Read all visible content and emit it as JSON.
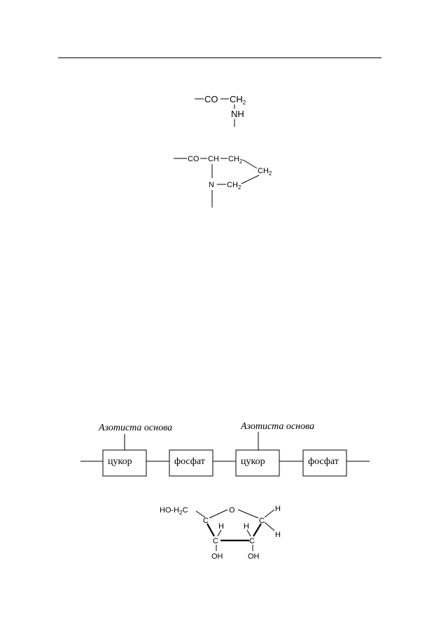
{
  "structure_glycine": {
    "co": "CO",
    "ch": "CH",
    "ch_sub": "2",
    "nh": "NH"
  },
  "structure_proline": {
    "co": "CO",
    "ch": "CH",
    "ch2a": "CH",
    "ch2a_sub": "2",
    "ch2b": "CH",
    "ch2b_sub": "2",
    "n": "N",
    "ch2c": "CH",
    "ch2c_sub": "2"
  },
  "nucleotide_chain": {
    "base_label_1": "Азотиста основа",
    "base_label_2": "Азотиста основа",
    "boxes": [
      "цукор",
      "фосфат",
      "цукор",
      "фосфат"
    ]
  },
  "ribose": {
    "hoh2c_left": "HO-H",
    "hoh2c_sub": "2",
    "hoh2c_right": "C",
    "o": "O",
    "c1": "C",
    "c2": "C",
    "c3": "C",
    "c4": "C",
    "h1": "H",
    "h2": "H",
    "h3": "H",
    "h4": "H",
    "oh1": "OH",
    "oh2": "OH"
  }
}
